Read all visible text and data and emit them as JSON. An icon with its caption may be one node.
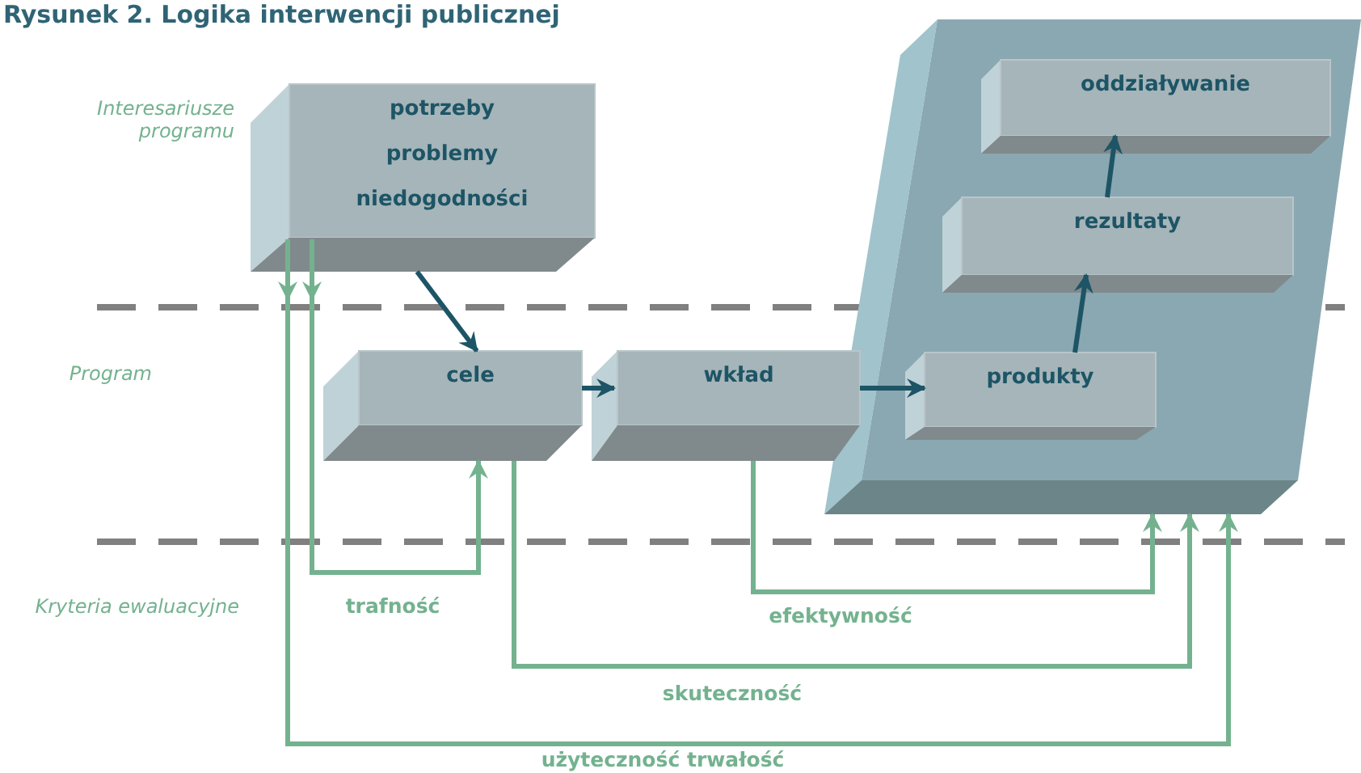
{
  "diagram": {
    "title": "Rysunek 2. Logika interwencji publicznej",
    "nodes": [
      {
        "text": [
          "potrzeby",
          "problemy",
          "niedogodności"
        ]
      },
      {
        "text": [
          "cele"
        ]
      },
      {
        "text": [
          "wkład"
        ]
      },
      {
        "text": [],
        "shape": "box"
      },
      {
        "text": [
          "oddziaływanie"
        ],
        "in": 3
      },
      {
        "text": [
          "rezultaty"
        ],
        "in": 3
      },
      {
        "text": [
          "produkty"
        ],
        "in": 3
      }
    ],
    "edges": [
      {
        "from": 0,
        "to": 1,
        "arrow": "to",
        "color": "#1d5566"
      },
      {
        "from": 1,
        "to": 2,
        "arrow": "to",
        "color": "#1d5566"
      },
      {
        "from": 2,
        "to": 6,
        "arrow": "to",
        "color": "#1d5566"
      },
      {
        "from": 6,
        "to": 5,
        "arrow": "to",
        "color": "#1d5566"
      },
      {
        "from": 5,
        "to": 4,
        "arrow": "to",
        "color": "#1d5566"
      },
      {
        "from": 0,
        "to": 1,
        "arrow": "to",
        "label": "trafność",
        "color": "#74b28f"
      },
      {
        "from": 2,
        "to": 3,
        "arrow": "to",
        "label": "efektywność",
        "color": "#74b28f"
      },
      {
        "from": 1,
        "to": 3,
        "arrow": "to",
        "label": "skuteczność",
        "color": "#74b28f"
      },
      {
        "from": 0,
        "to": 3,
        "arrow": "to",
        "label": "użyteczność trwałość",
        "color": "#74b28f"
      }
    ],
    "labels": [
      "Interesariusze programu",
      "Program",
      "Kryteria ewaluacyjne"
    ]
  }
}
